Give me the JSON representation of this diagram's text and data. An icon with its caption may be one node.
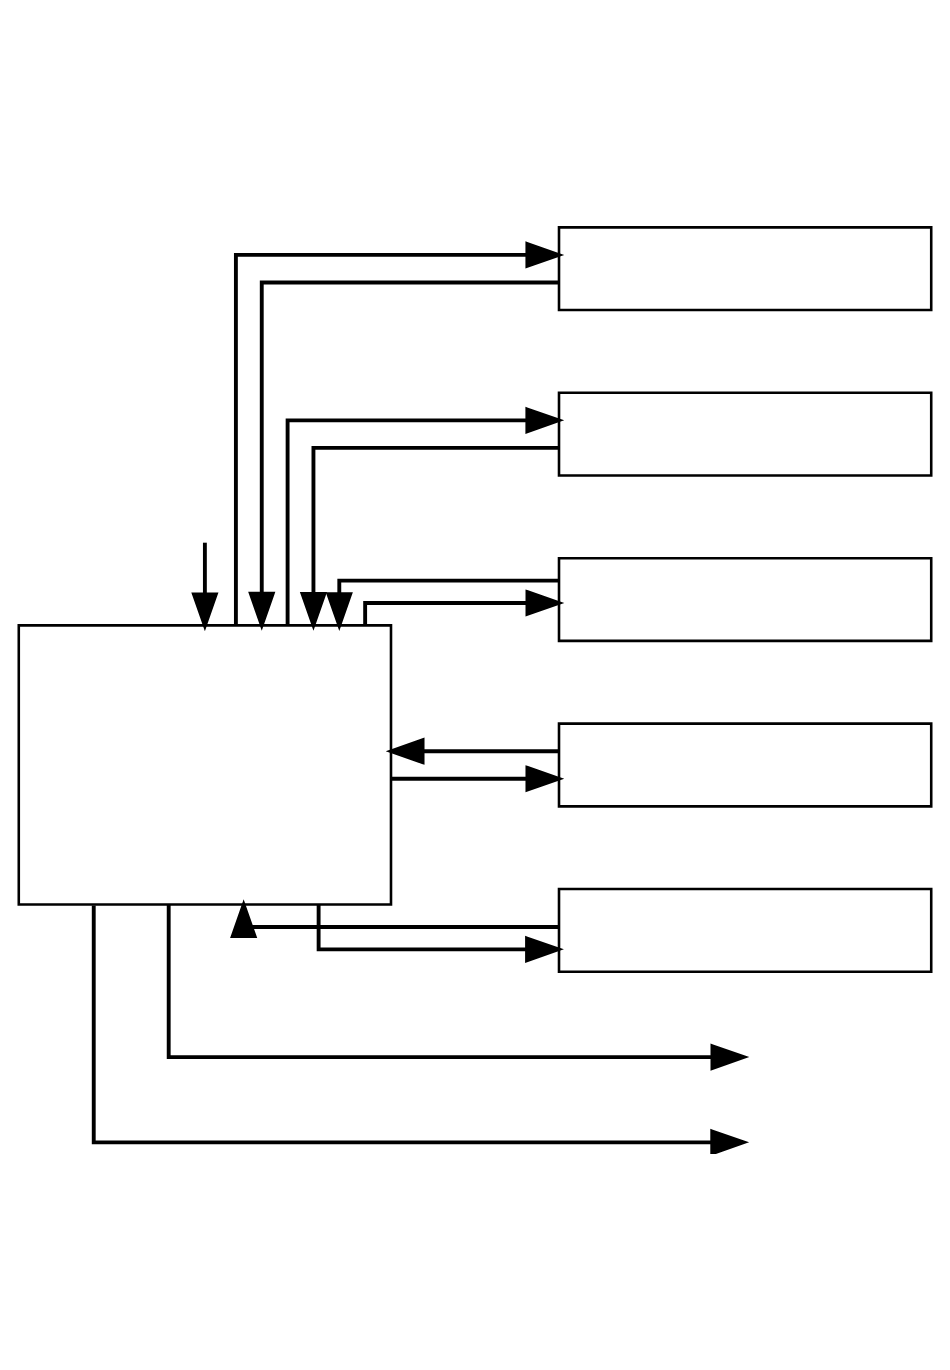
{
  "diagram": {
    "nodes": [
      {
        "text": [],
        "shape": "box"
      },
      {
        "text": [],
        "shape": "box"
      },
      {
        "text": [],
        "shape": "box"
      },
      {
        "text": [],
        "shape": "box"
      },
      {
        "text": [],
        "shape": "box"
      },
      {
        "text": [],
        "shape": "box"
      }
    ],
    "edges": [
      {
        "from": 0,
        "to": null,
        "arrow": "to"
      },
      {
        "from": 0,
        "to": null,
        "arrow": "to"
      },
      {
        "from": null,
        "to": 0,
        "arrow": "to"
      },
      {
        "from": 0,
        "to": 1,
        "arrow": "to"
      },
      {
        "from": 0,
        "to": 2,
        "arrow": "to"
      },
      {
        "from": 0,
        "to": 3,
        "arrow": "to"
      },
      {
        "from": 0,
        "to": 4,
        "arrow": "to"
      },
      {
        "from": 0,
        "to": 5,
        "arrow": "to"
      },
      {
        "from": 1,
        "to": 0,
        "arrow": "to"
      },
      {
        "from": 2,
        "to": 0,
        "arrow": "to"
      },
      {
        "from": 3,
        "to": 0,
        "arrow": "to"
      },
      {
        "from": 4,
        "to": 0,
        "arrow": "to"
      },
      {
        "from": 5,
        "to": 0,
        "arrow": "to"
      }
    ]
  }
}
